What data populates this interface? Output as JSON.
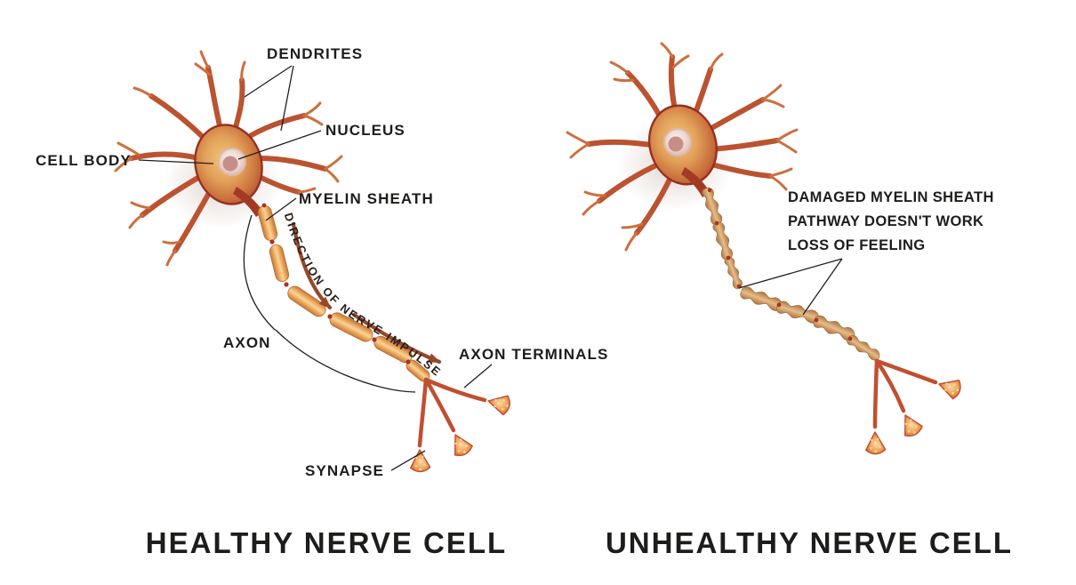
{
  "page": {
    "background": "#ffffff"
  },
  "healthy": {
    "title": "HEALTHY NERVE CELL",
    "labels": {
      "dendrites": "DENDRITES",
      "nucleus": "NUCLEUS",
      "cell_body": "CELL BODY",
      "myelin_sheath": "MYELIN SHEATH",
      "axon": "AXON",
      "axon_terminals": "AXON TERMINALS",
      "synapse": "SYNAPSE",
      "impulse_direction": "DIRECTION OF NERVE IMPULSE"
    }
  },
  "unhealthy": {
    "title": "UNHEALTHY NERVE CELL",
    "annotation": {
      "line1": "DAMAGED MYELIN SHEATH",
      "line2": "PATHWAY DOESN'T WORK",
      "line3": "LOSS OF FEELING"
    }
  },
  "colors": {
    "text": "#1d1d1b",
    "leader_line": "#1f1f1d",
    "impulse_arrow": "#96492a",
    "dendrite": "#bb5230",
    "cell_body_core": "#f2c178",
    "cell_body_edge": "#a8432a",
    "myelin_sheath": "#e9a457",
    "damaged_myelin": "#c89058",
    "node_connector": "#ad3222",
    "synapse_bulb": "#d5592f"
  }
}
